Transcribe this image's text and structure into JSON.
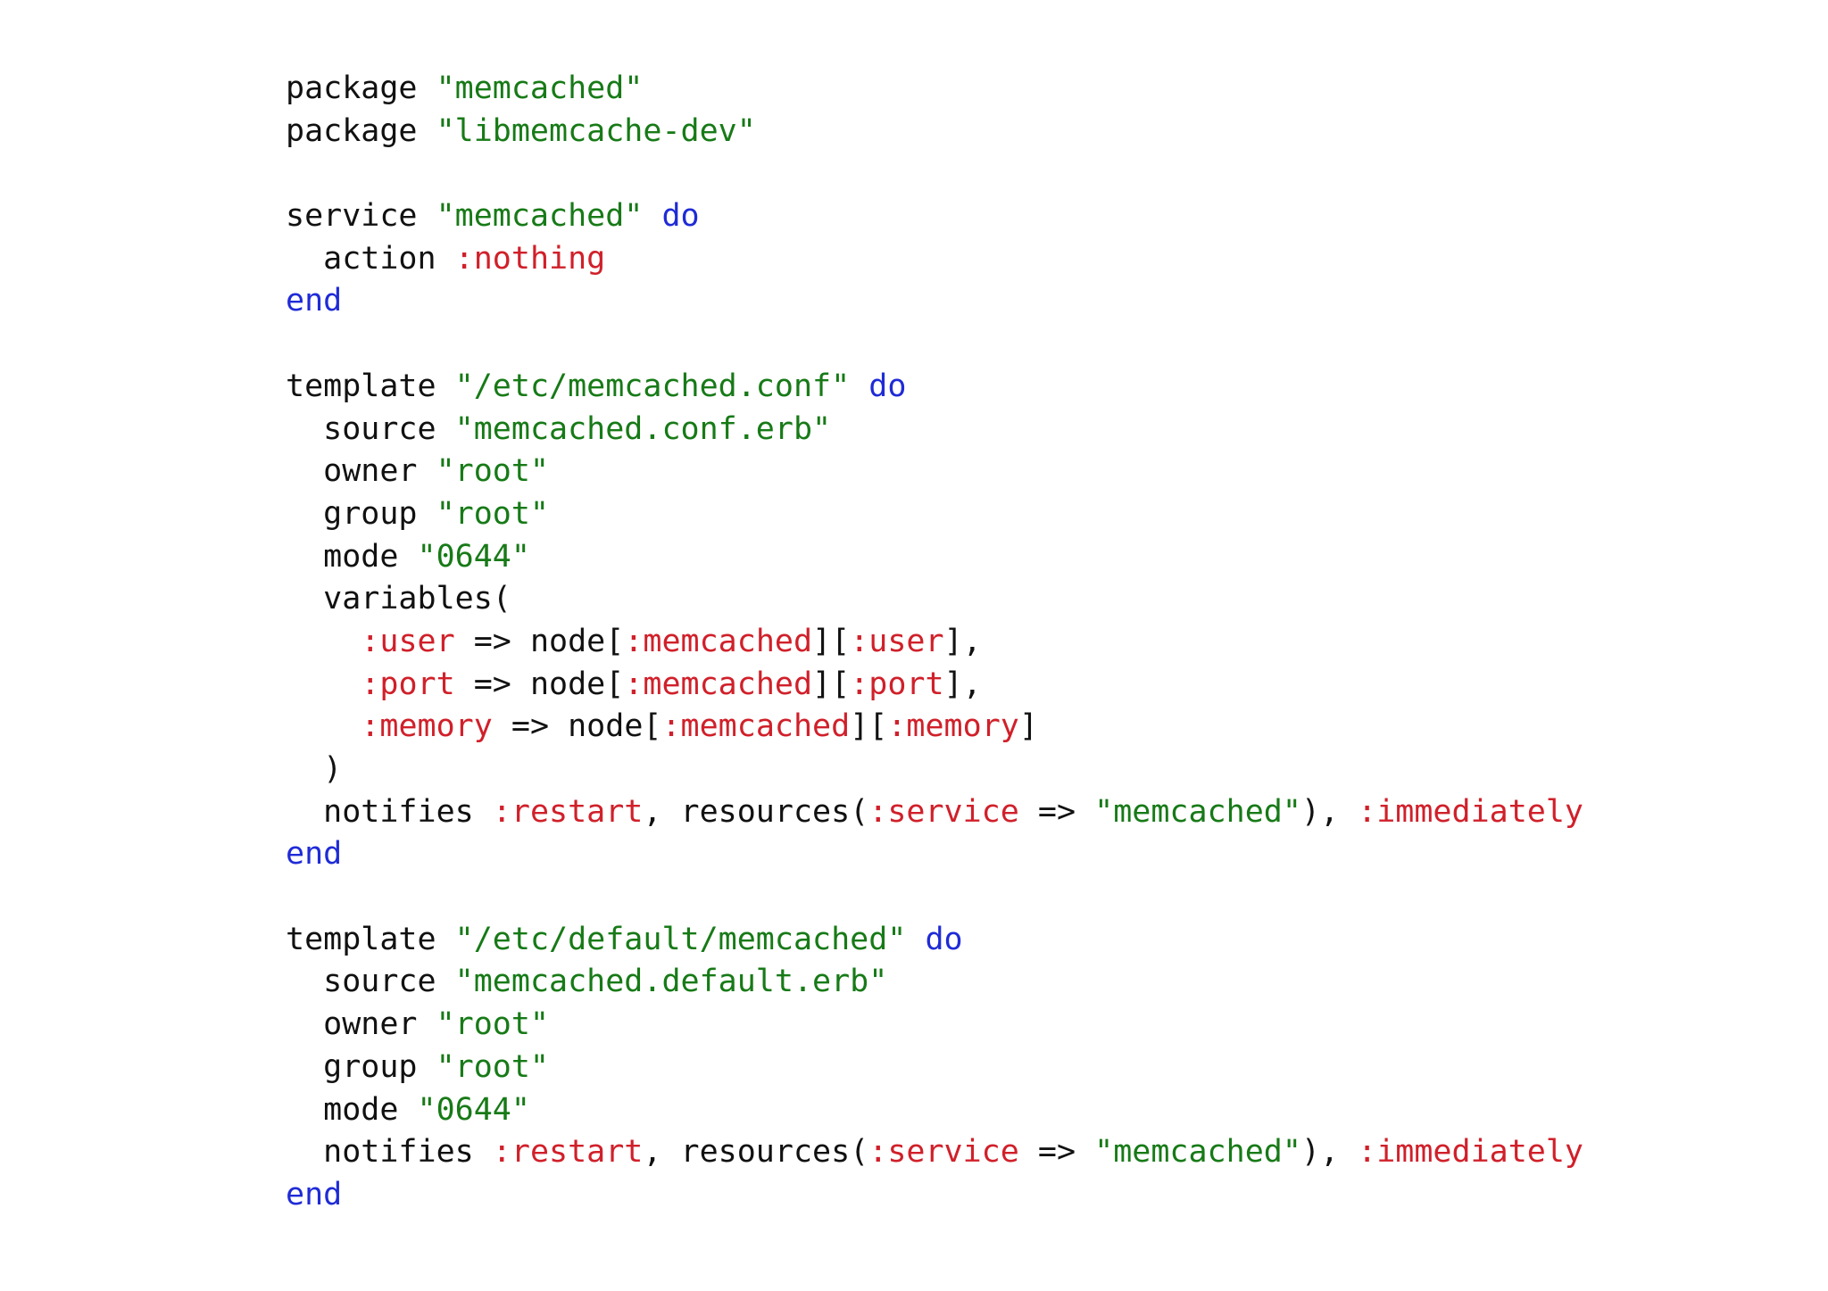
{
  "colors": {
    "background": "#ffffff",
    "plain": "#111111",
    "string": "#177a17",
    "keyword": "#1f2bd6",
    "symbol": "#d0202a"
  },
  "code": {
    "language": "ruby",
    "lines": [
      [
        [
          "plain",
          "package "
        ],
        [
          "string",
          "\"memcached\""
        ]
      ],
      [
        [
          "plain",
          "package "
        ],
        [
          "string",
          "\"libmemcache-dev\""
        ]
      ],
      [],
      [
        [
          "plain",
          "service "
        ],
        [
          "string",
          "\"memcached\""
        ],
        [
          "plain",
          " "
        ],
        [
          "keyword",
          "do"
        ]
      ],
      [
        [
          "plain",
          "  action "
        ],
        [
          "symbol",
          ":nothing"
        ]
      ],
      [
        [
          "keyword",
          "end"
        ]
      ],
      [],
      [
        [
          "plain",
          "template "
        ],
        [
          "string",
          "\"/etc/memcached.conf\""
        ],
        [
          "plain",
          " "
        ],
        [
          "keyword",
          "do"
        ]
      ],
      [
        [
          "plain",
          "  source "
        ],
        [
          "string",
          "\"memcached.conf.erb\""
        ]
      ],
      [
        [
          "plain",
          "  owner "
        ],
        [
          "string",
          "\"root\""
        ]
      ],
      [
        [
          "plain",
          "  group "
        ],
        [
          "string",
          "\"root\""
        ]
      ],
      [
        [
          "plain",
          "  mode "
        ],
        [
          "string",
          "\"0644\""
        ]
      ],
      [
        [
          "plain",
          "  variables("
        ]
      ],
      [
        [
          "plain",
          "    "
        ],
        [
          "symbol",
          ":user"
        ],
        [
          "plain",
          " => node["
        ],
        [
          "symbol",
          ":memcached"
        ],
        [
          "plain",
          "]["
        ],
        [
          "symbol",
          ":user"
        ],
        [
          "plain",
          "],"
        ]
      ],
      [
        [
          "plain",
          "    "
        ],
        [
          "symbol",
          ":port"
        ],
        [
          "plain",
          " => node["
        ],
        [
          "symbol",
          ":memcached"
        ],
        [
          "plain",
          "]["
        ],
        [
          "symbol",
          ":port"
        ],
        [
          "plain",
          "],"
        ]
      ],
      [
        [
          "plain",
          "    "
        ],
        [
          "symbol",
          ":memory"
        ],
        [
          "plain",
          " => node["
        ],
        [
          "symbol",
          ":memcached"
        ],
        [
          "plain",
          "]["
        ],
        [
          "symbol",
          ":memory"
        ],
        [
          "plain",
          "]"
        ]
      ],
      [
        [
          "plain",
          "  )"
        ]
      ],
      [
        [
          "plain",
          "  notifies "
        ],
        [
          "symbol",
          ":restart"
        ],
        [
          "plain",
          ", resources("
        ],
        [
          "symbol",
          ":service"
        ],
        [
          "plain",
          " => "
        ],
        [
          "string",
          "\"memcached\""
        ],
        [
          "plain",
          "), "
        ],
        [
          "symbol",
          ":immediately"
        ]
      ],
      [
        [
          "keyword",
          "end"
        ]
      ],
      [],
      [
        [
          "plain",
          "template "
        ],
        [
          "string",
          "\"/etc/default/memcached\""
        ],
        [
          "plain",
          " "
        ],
        [
          "keyword",
          "do"
        ]
      ],
      [
        [
          "plain",
          "  source "
        ],
        [
          "string",
          "\"memcached.default.erb\""
        ]
      ],
      [
        [
          "plain",
          "  owner "
        ],
        [
          "string",
          "\"root\""
        ]
      ],
      [
        [
          "plain",
          "  group "
        ],
        [
          "string",
          "\"root\""
        ]
      ],
      [
        [
          "plain",
          "  mode "
        ],
        [
          "string",
          "\"0644\""
        ]
      ],
      [
        [
          "plain",
          "  notifies "
        ],
        [
          "symbol",
          ":restart"
        ],
        [
          "plain",
          ", resources("
        ],
        [
          "symbol",
          ":service"
        ],
        [
          "plain",
          " => "
        ],
        [
          "string",
          "\"memcached\""
        ],
        [
          "plain",
          "), "
        ],
        [
          "symbol",
          ":immediately"
        ]
      ],
      [
        [
          "keyword",
          "end"
        ]
      ]
    ]
  }
}
